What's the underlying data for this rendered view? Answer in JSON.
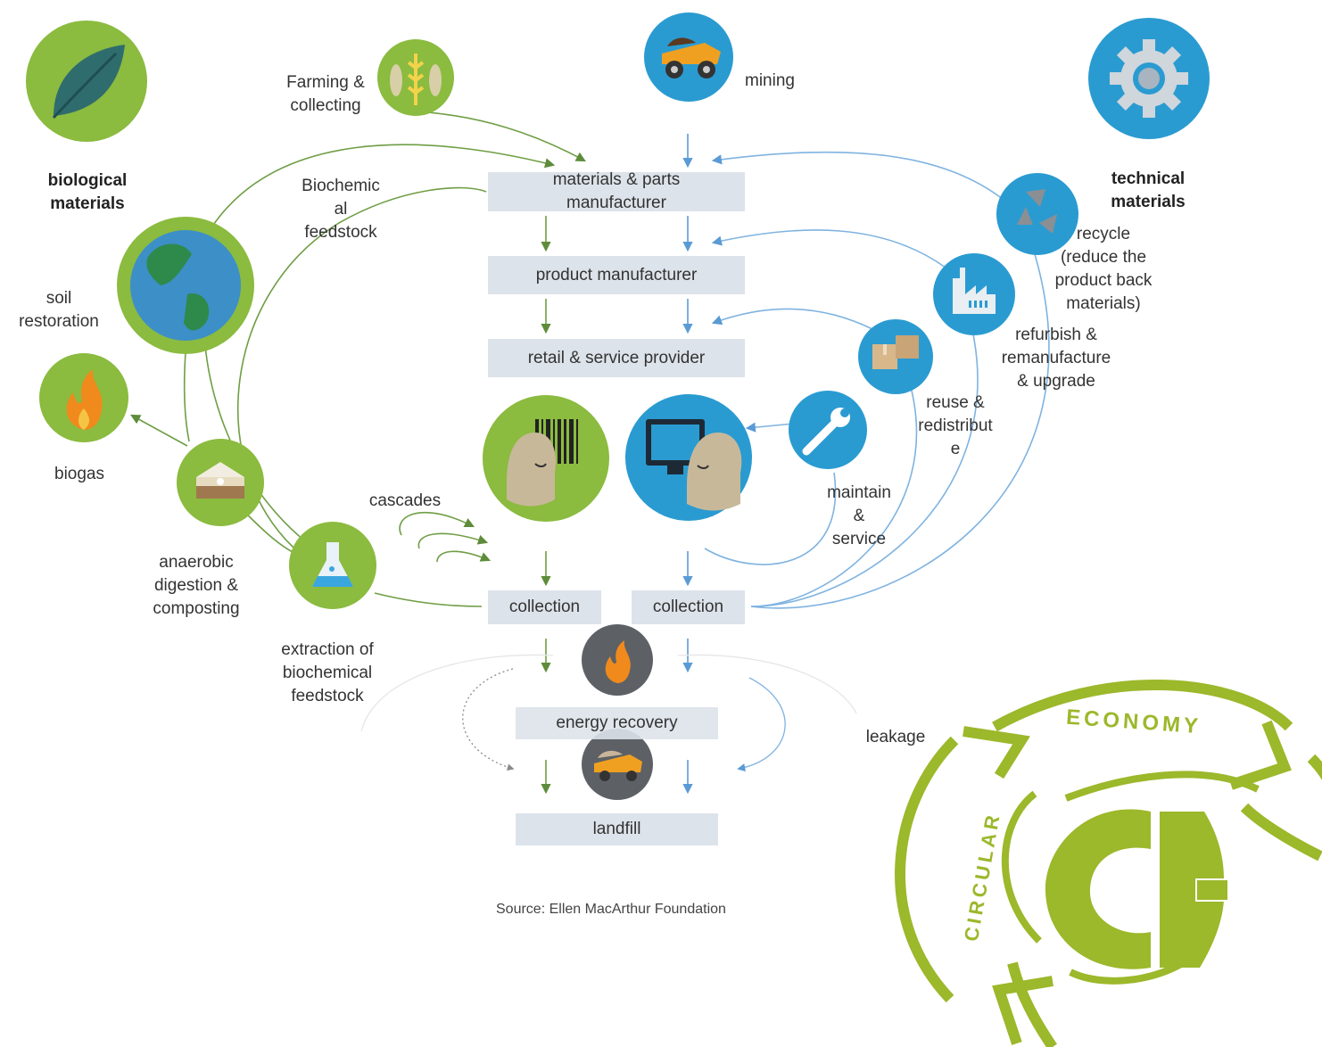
{
  "labels": {
    "biological_materials": "biological\nmaterials",
    "technical_materials": "technical\nmaterials",
    "farming": "Farming &\ncollecting",
    "mining": "mining",
    "biochemical_feedstock": "Biochemic\nal\nfeedstock",
    "soil_restoration": "soil\nrestoration",
    "biogas": "biogas",
    "anaerobic": "anaerobic\ndigestion &\ncomposting",
    "extraction": "extraction of\nbiochemical\nfeedstock",
    "cascades": "cascades",
    "recycle": "recycle\n(reduce the\nproduct back\nmaterials)",
    "refurbish": "refurbish &\nremanufacture\n& upgrade",
    "reuse": "reuse &\nredistribut\ne",
    "maintain": "maintain\n&\nservice",
    "leakage": "leakage",
    "source": "Source: Ellen MacArthur Foundation"
  },
  "boxes": {
    "materials_parts": "materials & parts\nmanufacturer",
    "product_manufacturer": "product manufacturer",
    "retail": "retail & service provider",
    "collection_bio": "collection",
    "collection_tech": "collection",
    "energy_recovery": "energy recovery",
    "landfill": "landfill"
  },
  "logo": {
    "economy": "ECONOMY",
    "circular": "CIRCULAR",
    "mark": "CE"
  },
  "icons": {
    "leaf": "leaf-icon",
    "grain_fish": "wheat-fish-icon",
    "mining_truck": "mining-truck-icon",
    "gear": "gear-icon",
    "recycle": "recycle-icon",
    "factory": "factory-icon",
    "boxes": "boxes-icon",
    "wrench": "wrench-icon",
    "earth": "earth-icon",
    "fire": "fire-icon",
    "soil": "soil-layers-icon",
    "flask": "flask-icon",
    "consumer": "consumer-barcode-icon",
    "user": "user-computer-icon",
    "dump_truck": "dump-truck-icon"
  },
  "colors": {
    "green": "#8bbb3f",
    "green_dark": "#5e8c3a",
    "blue": "#2a9bd1",
    "blue_line": "#7fb3e0",
    "box_fill": "#dde3ea",
    "grey_circle": "#5d6166",
    "logo_green": "#9cb82b"
  }
}
